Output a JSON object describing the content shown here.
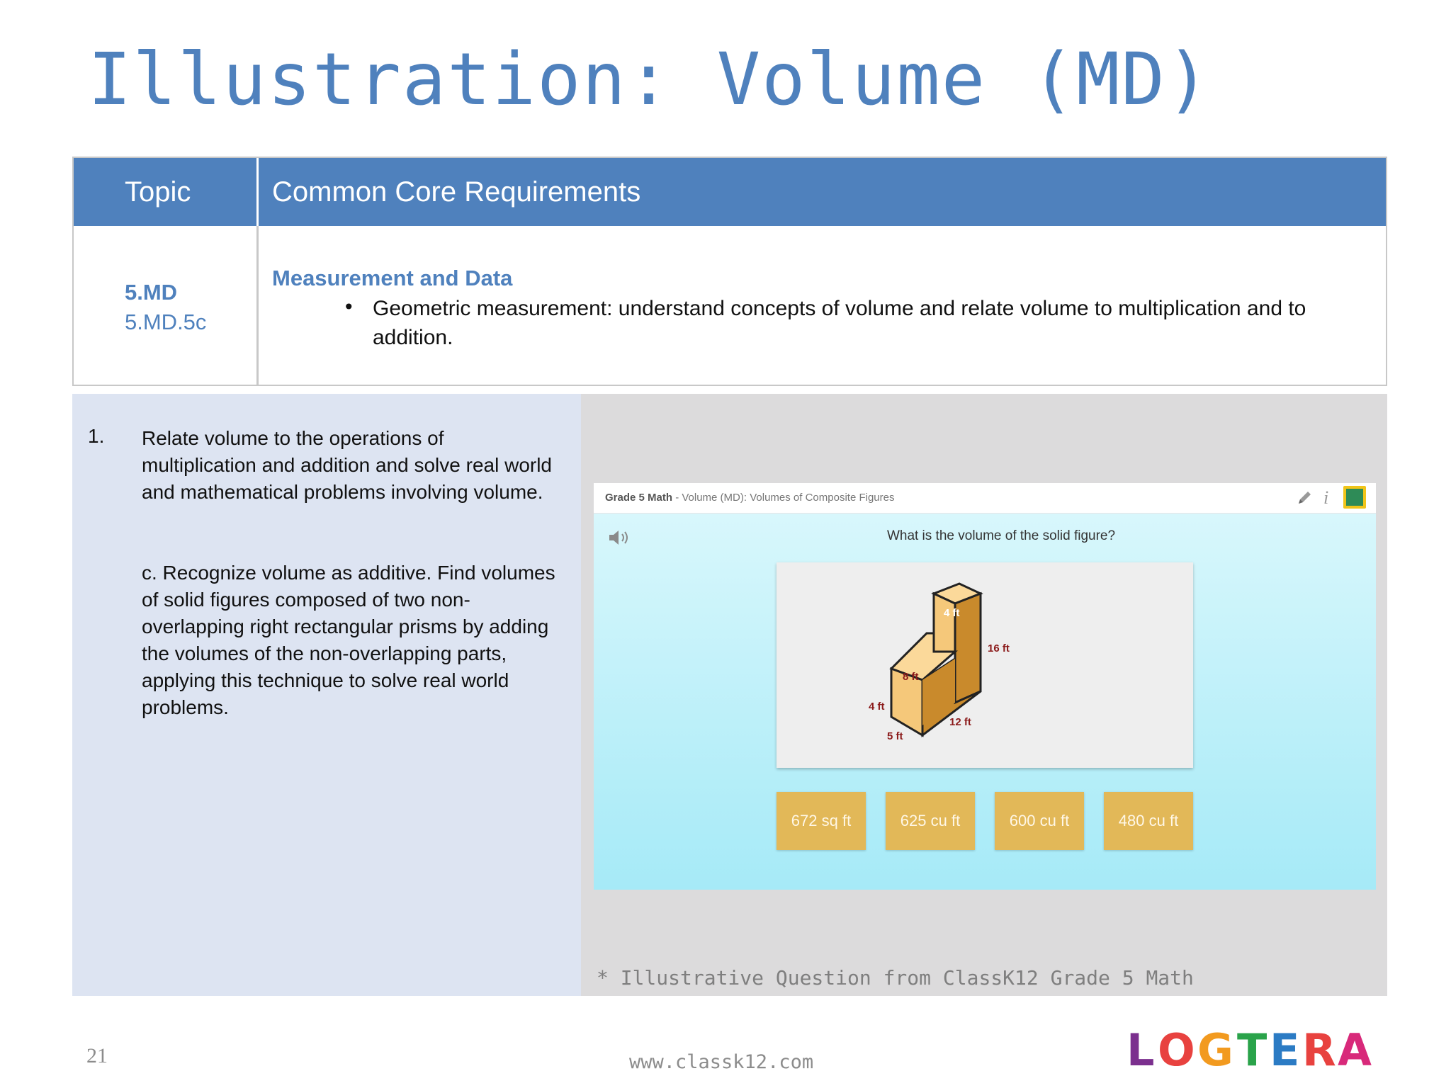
{
  "slide": {
    "title": "Illustration: Volume (MD)",
    "page_number": "21",
    "footer_url": "www.classk12.com",
    "logo_text": "LOGTERA"
  },
  "table": {
    "header_topic": "Topic",
    "header_requirements": "Common Core Requirements",
    "topic_code": "5.MD",
    "topic_sub": "5.MD.5c",
    "req_heading": "Measurement and Data",
    "req_bullet": "Geometric measurement: understand concepts of volume and relate volume to multiplication and to addition."
  },
  "standard": {
    "number": "1.",
    "text": "Relate volume to the operations of multiplication and addition and solve real world and mathematical problems involving volume.",
    "sub_text": "c. Recognize volume as additive. Find volumes of solid figures composed of two non-overlapping right rectangular prisms by adding the volumes of the non-overlapping parts, applying this technique to solve real world problems."
  },
  "screenshot": {
    "crumb_strong": "Grade 5 Math",
    "crumb_rest": " - Volume (MD): Volumes of Composite Figures",
    "question": "What is the volume of the solid figure?",
    "labels": {
      "top": "4 ft",
      "height": "16 ft",
      "left_length": "8 ft",
      "left_height": "4 ft",
      "front_width": "5 ft",
      "base_length": "12 ft"
    },
    "answers": [
      "672 sq ft",
      "625 cu ft",
      "600 cu ft",
      "480 cu ft"
    ]
  },
  "caption": "* Illustrative Question from ClassK12 Grade 5 Math",
  "colors": {
    "accent": "#4f81bd",
    "left_panel": "#dde4f2",
    "right_panel": "#dcdbdc",
    "answer_button": "#e2b858",
    "figure_face": "#f5c87a",
    "figure_label": "#8b1a1a"
  }
}
